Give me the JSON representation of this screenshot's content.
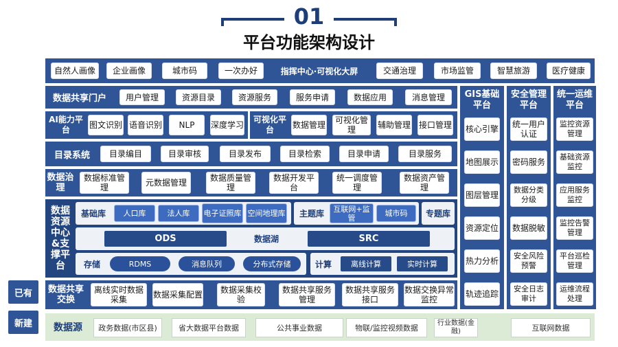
{
  "header": {
    "number": "01",
    "title": "平台功能架构设计"
  },
  "side_buttons": {
    "existing": "已有",
    "new": "新建"
  },
  "row_apps": {
    "items": [
      "自然人画像",
      "企业画像",
      "城市码",
      "一次办好"
    ],
    "center_label": "指挥中心·可视化大屏",
    "items_right": [
      "交通治理",
      "市场监管",
      "智慧旅游",
      "医疗健康"
    ]
  },
  "portal": {
    "label": "数据共享门户",
    "items": [
      "用户管理",
      "资源目录",
      "资源服务",
      "服务申请",
      "数据应用",
      "消息管理"
    ]
  },
  "ai": {
    "label": "AI能力平台",
    "items": [
      "图文识别",
      "语音识别",
      "NLP",
      "深度学习"
    ]
  },
  "viz": {
    "label": "可视化平台",
    "items": [
      "数据管理",
      "可视化管理",
      "辅助管理",
      "接口管理"
    ]
  },
  "catalog": {
    "label": "目录系统",
    "items": [
      "目录编目",
      "目录审核",
      "目录发布",
      "目录检索",
      "目录申请",
      "目录服务"
    ]
  },
  "governance": {
    "label": "数据治理",
    "items": [
      "数据标准管理",
      "元数据管理",
      "数据质量管理",
      "数据开发平台",
      "统一调度管理",
      "数据资产管理"
    ]
  },
  "resource_center": {
    "label": "数据资源中心&支撑平台",
    "base_lib": {
      "label": "基础库",
      "items": [
        "人口库",
        "法人库",
        "电子证照库",
        "空间地理库"
      ]
    },
    "theme_lib": {
      "label": "主题库",
      "items": [
        "互联网+监管",
        "城市码"
      ]
    },
    "special_lib": "专题库",
    "lake": {
      "left": "ODS",
      "label": "数据湖",
      "right": "SRC"
    },
    "storage": {
      "label": "存储",
      "items": [
        "RDMS",
        "消息队列",
        "分布式存储"
      ]
    },
    "compute": {
      "label": "计算",
      "items": [
        "离线计算",
        "实时计算"
      ]
    }
  },
  "exchange": {
    "label": "数据共享交换",
    "items": [
      "离线实时数据采集",
      "数据采集配置",
      "数据采集校验",
      "数据共享服务管理",
      "数据共享服务接口",
      "数据交换异常监控"
    ]
  },
  "data_source": {
    "label": "数据源",
    "items": [
      "政务数据(市区县)",
      "省大数据平台数据",
      "公共事业数据",
      "物联/监控视频数据",
      "行业数据(金融)",
      "互联网数据"
    ]
  },
  "gis": {
    "title": "GIS基础平台",
    "items": [
      "核心引擎",
      "地图展示",
      "图层管理",
      "资源定位",
      "热力分析",
      "轨迹追踪"
    ]
  },
  "security": {
    "title": "安全管理平台",
    "items": [
      "统一用户认证",
      "密码服务",
      "数据分类分级",
      "数据脱敏",
      "安全风险预警",
      "安全日志审计"
    ]
  },
  "ops": {
    "title": "统一运维平台",
    "items": [
      "监控资源管理",
      "基础资源监控",
      "应用服务监控",
      "监控告警管理",
      "平台巡检管理",
      "运维流程处理"
    ]
  }
}
